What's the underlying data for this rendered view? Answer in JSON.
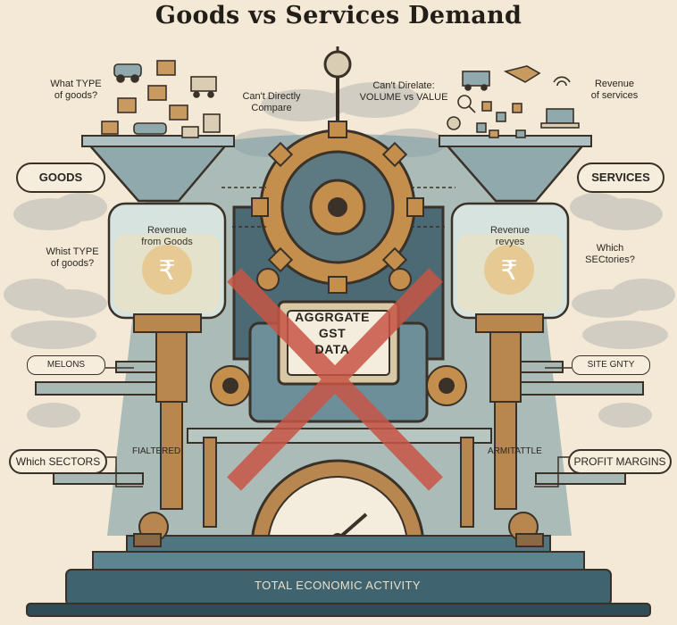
{
  "title": "Goods vs Services Demand",
  "labels": {
    "top_left_question": "What TYPE\nof goods?",
    "top_left_compare": "Can't Directly\nCompare",
    "top_center": "Can't Direlate:\nVOLUME vs VALUE",
    "top_right": "Revenue\nof services",
    "goods_pill": "GOODS",
    "services_pill": "SERVICES",
    "left_question": "Whist TYPE\nof goods?",
    "right_question": "Which\nSECtories?",
    "left_tank": "Revenue\nfrom Goods",
    "right_tank": "Revenue\nrevyes",
    "melons": "MELONS",
    "site_gnty": "SITE GNTY",
    "filtered": "FIALTERED",
    "arm_label": "ARMITATTLE",
    "which_sectors": "Which SECTORS",
    "profit_margins": "PROFIT MARGINS",
    "center_panel": "AGGRGATE\nGST\nDATA",
    "base": "TOTAL ECONOMIC ACTIVITY"
  },
  "icons": [
    "car-icon",
    "box-icon",
    "cart-icon",
    "camera-icon",
    "truck-icon",
    "handshake-icon",
    "wifi-icon",
    "laptop-icon",
    "search-icon",
    "rupee-icon",
    "gear-icon",
    "gauge-icon"
  ],
  "colors": {
    "background": "#f3e9d6",
    "teal": "#5d8b97",
    "copper": "#b8864f",
    "ink": "#2b2620",
    "cross": "#c85546",
    "glass": "#d6e3df"
  }
}
